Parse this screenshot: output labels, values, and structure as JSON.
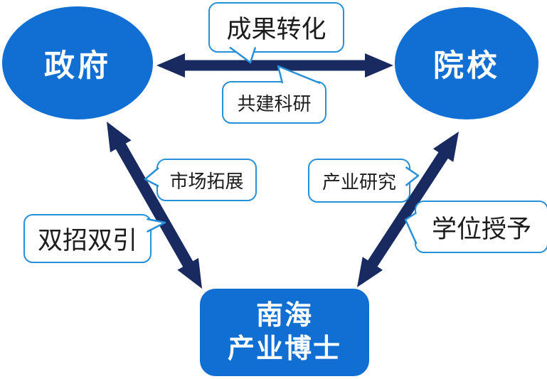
{
  "nodes": {
    "government": {
      "label": "政府"
    },
    "college": {
      "label": "院校"
    },
    "nanhai": {
      "line1": "南海",
      "line2": "产业博士"
    }
  },
  "callouts": {
    "achievement_transformation": {
      "label": "成果转化"
    },
    "joint_research": {
      "label": "共建科研"
    },
    "market_expansion": {
      "label": "市场拓展"
    },
    "dual_recruitment": {
      "label": "双招双引"
    },
    "industry_research": {
      "label": "产业研究"
    },
    "degree_conferral": {
      "label": "学位授予"
    }
  },
  "colors": {
    "node_fill": "#116FD3",
    "node_text": "#FFFFFF",
    "arrow": "#182A60",
    "callout_border": "#2690D9",
    "callout_text": "#1C1C1C",
    "background": "#FFFFFF"
  }
}
